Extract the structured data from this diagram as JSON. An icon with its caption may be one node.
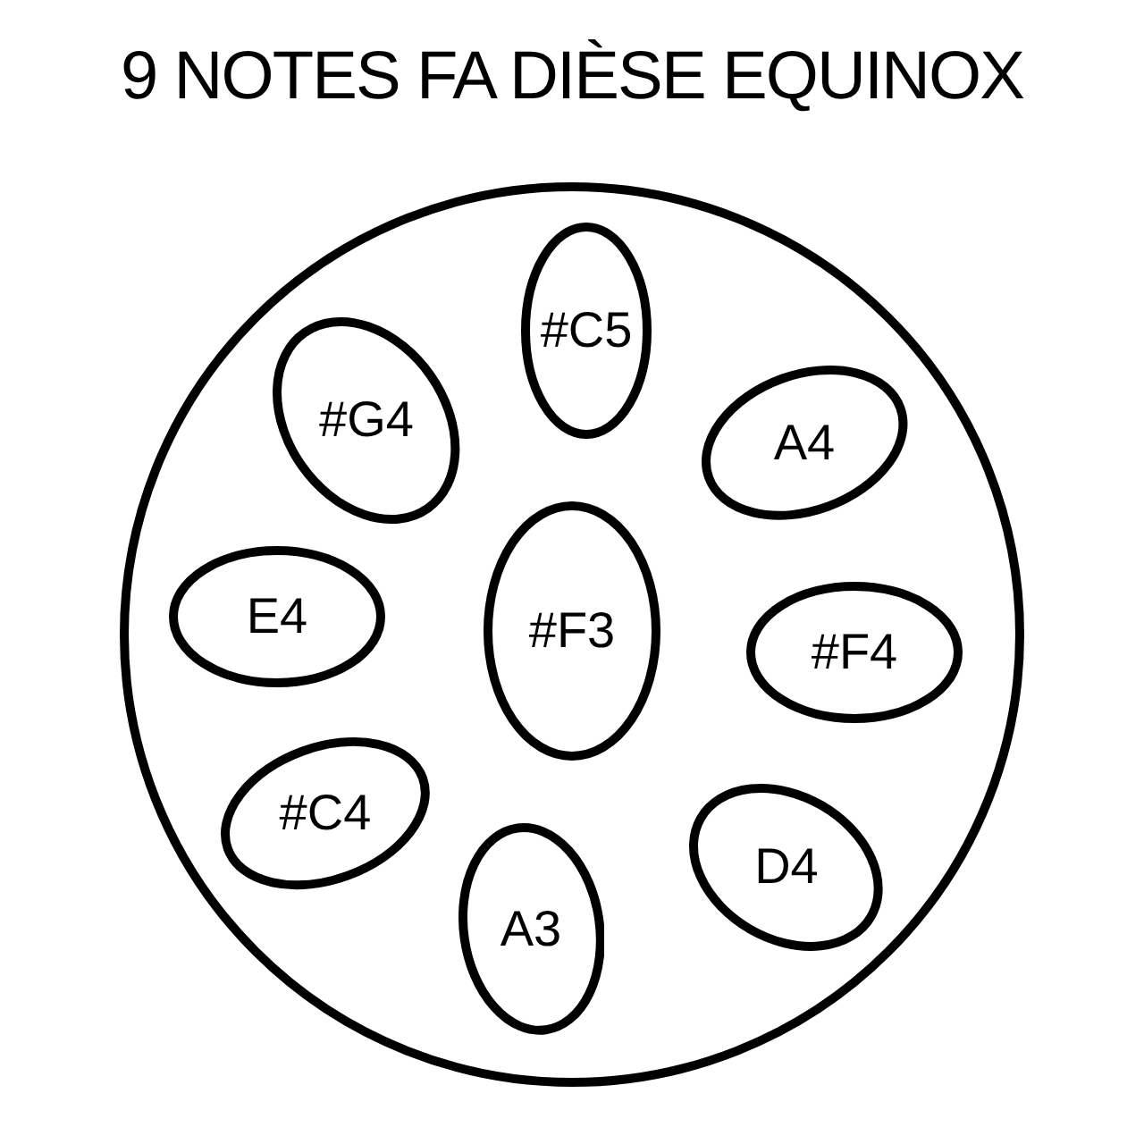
{
  "diagram": {
    "title": "9 NOTES FA DIÈSE EQUINOX",
    "nodes": [
      {
        "text": [],
        "shape": "circle"
      },
      {
        "text": [
          "#C5"
        ],
        "in": 0
      },
      {
        "text": [
          "#G4"
        ],
        "in": 0
      },
      {
        "text": [
          "A4"
        ],
        "in": 0
      },
      {
        "text": [
          "E4"
        ],
        "in": 0
      },
      {
        "text": [
          "#F3"
        ],
        "in": 0
      },
      {
        "text": [
          "#F4"
        ],
        "in": 0
      },
      {
        "text": [
          "#C4"
        ],
        "in": 0
      },
      {
        "text": [
          "D4"
        ],
        "in": 0
      },
      {
        "text": [
          "A3"
        ],
        "in": 0
      }
    ]
  }
}
